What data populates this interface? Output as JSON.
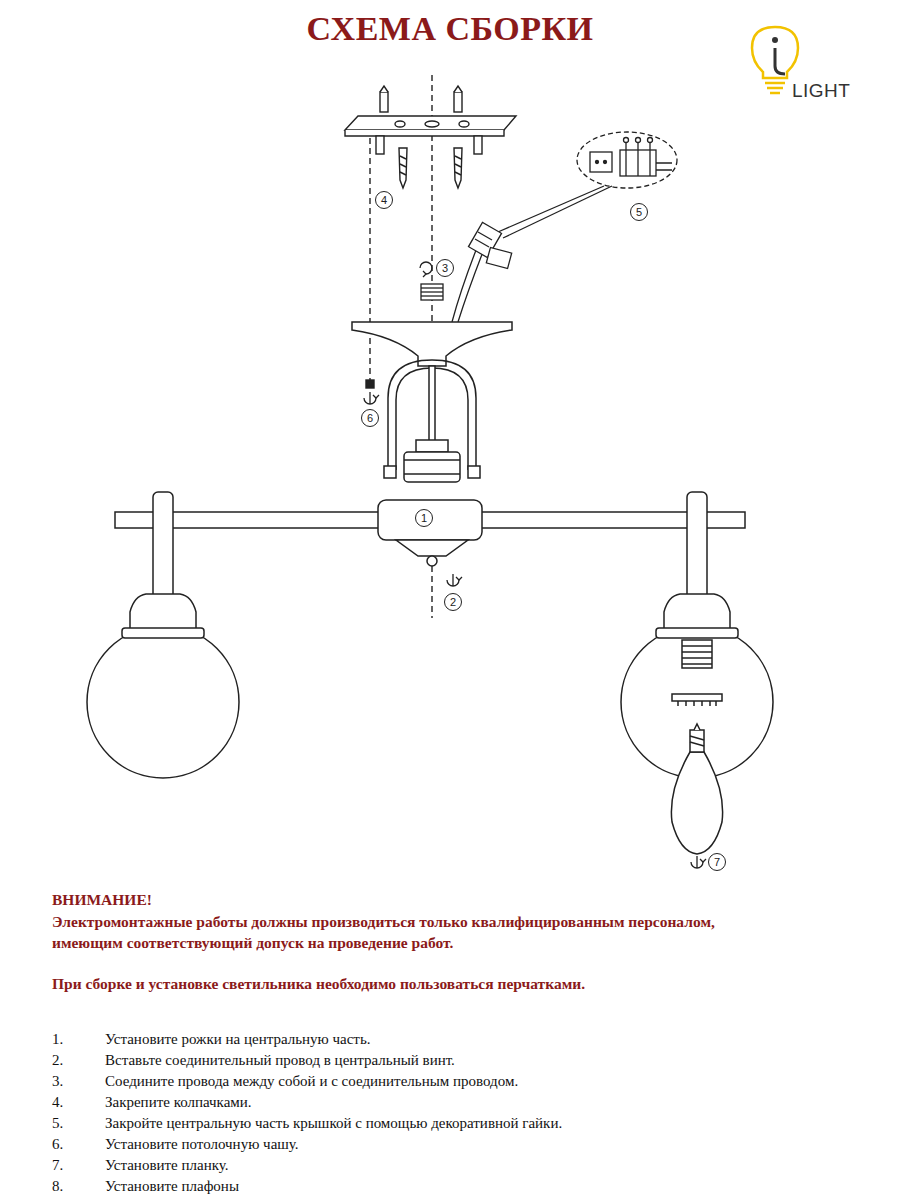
{
  "diagram": {
    "title": "СХЕМА СБОРКИ",
    "labels": [
      "LIGHT",
      "1",
      "2",
      "3",
      "4",
      "5",
      "6",
      "7",
      "ВНИМАНИЕ!",
      "Электромонтажные работы должны производиться только квалифицированным персоналом, имеющим соответствующий допуск на проведение работ.",
      "При сборке и установке светильника необходимо пользоваться перчатками.",
      "1.",
      "Установите рожки на центральную часть.",
      "2.",
      "Вставьте соединительный провод в центральный винт.",
      "3.",
      "Соедините провода между собой и с соединительным проводом.",
      "4.",
      "Закрепите колпачками.",
      "5.",
      "Закройте центральную часть крышкой с помощью декоративной гайки.",
      "6.",
      "Установите потолочную чашу.",
      "7.",
      "Установите планку.",
      "8.",
      "Установите плафоны"
    ]
  }
}
